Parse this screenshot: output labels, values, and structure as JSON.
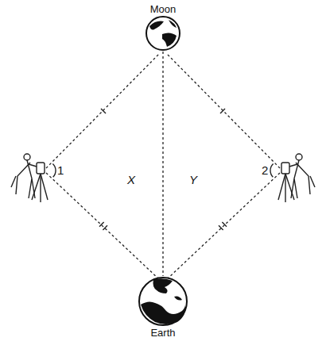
{
  "diagram": {
    "nodes": [
      {
        "text": [
          "Moon"
        ]
      },
      {
        "text": [
          "Earth"
        ]
      }
    ],
    "edges": [
      {
        "from": 0,
        "to": 1,
        "arrow": "none"
      }
    ],
    "labels": [
      "1",
      "X",
      "Y",
      "2"
    ]
  }
}
